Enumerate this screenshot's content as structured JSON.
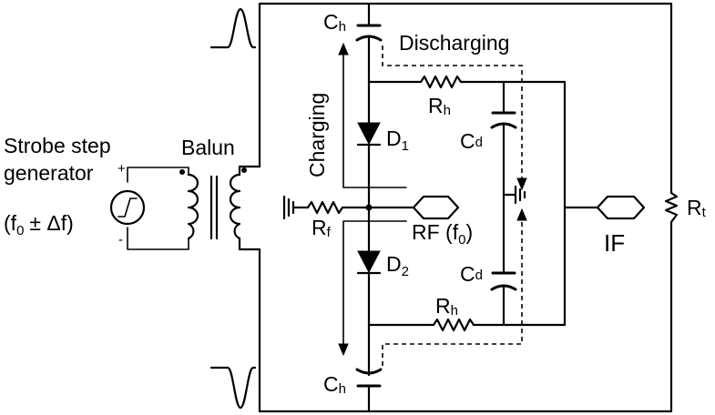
{
  "labels": {
    "generator_line1": "Strobe step",
    "generator_line2": "generator",
    "generator_freq": "(f",
    "generator_freq_sub": "0",
    "generator_freq_tail": "±  Δf)",
    "balun": "Balun",
    "charging": "Charging",
    "discharging": "Discharging",
    "ch_top": "C",
    "ch_top_sub": "h",
    "ch_bottom": "C",
    "ch_bottom_sub": "h",
    "d1": "D",
    "d1_sub": "1",
    "d2": "D",
    "d2_sub": "2",
    "rh_top": "R",
    "rh_top_sub": "h",
    "rh_bottom": "R",
    "rh_bottom_sub": "h",
    "cd_top": "C",
    "cd_top_sub": "d",
    "cd_bottom": "C",
    "cd_bottom_sub": "d",
    "rf_res": "R",
    "rf_res_sub": "f",
    "rf_port": "RF (f",
    "rf_port_sub": "0",
    "rf_port_tail": ")",
    "if_port": "IF",
    "rt": "R",
    "rt_sub": "t",
    "plus": "+",
    "minus": "-"
  }
}
